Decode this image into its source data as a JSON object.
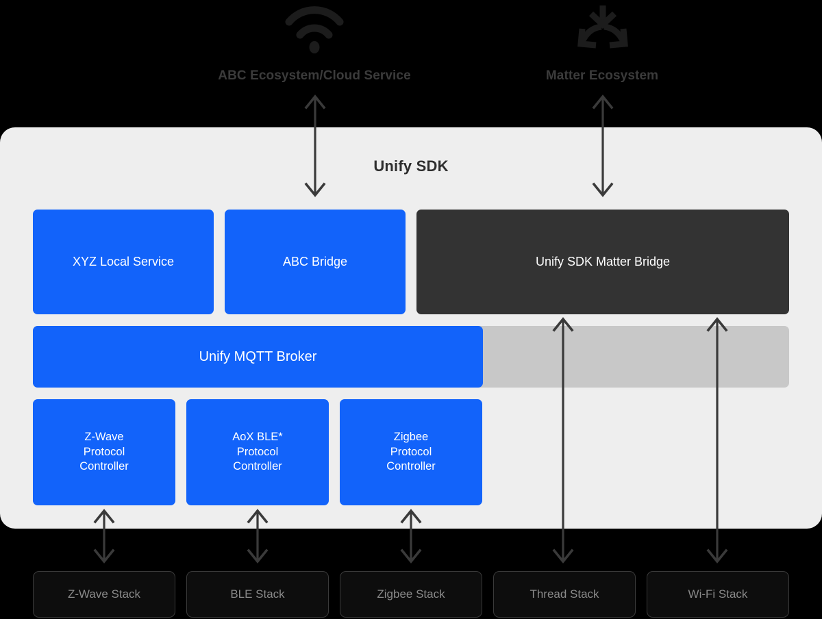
{
  "diagram": {
    "title": "Unify SDK",
    "colors": {
      "blue": "#1263fa",
      "dark_box": "#333333",
      "panel_bg": "#eeeeee",
      "grey_bar": "#c8c8c8",
      "page_bg": "#000000",
      "muted_text": "#8a8a8a",
      "arrow": "#3a3a3a"
    }
  },
  "ecosystems": [
    {
      "label": "ABC Ecosystem/Cloud Service",
      "icon": "wifi-icon"
    },
    {
      "label": "Matter Ecosystem",
      "icon": "matter-icon"
    }
  ],
  "services": [
    {
      "label": "XYZ Local Service",
      "style": "blue"
    },
    {
      "label": "ABC Bridge",
      "style": "blue"
    },
    {
      "label": "Unify SDK Matter Bridge",
      "style": "dark"
    }
  ],
  "broker": {
    "label": "Unify MQTT Broker"
  },
  "protocol_controllers": [
    {
      "line1": "Z-Wave",
      "line2": "Protocol",
      "line3": "Controller"
    },
    {
      "line1": "AoX BLE*",
      "line2": "Protocol",
      "line3": "Controller"
    },
    {
      "line1": "Zigbee",
      "line2": "Protocol",
      "line3": "Controller"
    }
  ],
  "stacks": [
    {
      "label": "Z-Wave Stack"
    },
    {
      "label": "BLE Stack"
    },
    {
      "label": "Zigbee Stack"
    },
    {
      "label": "Thread Stack"
    },
    {
      "label": "Wi-Fi Stack"
    }
  ]
}
